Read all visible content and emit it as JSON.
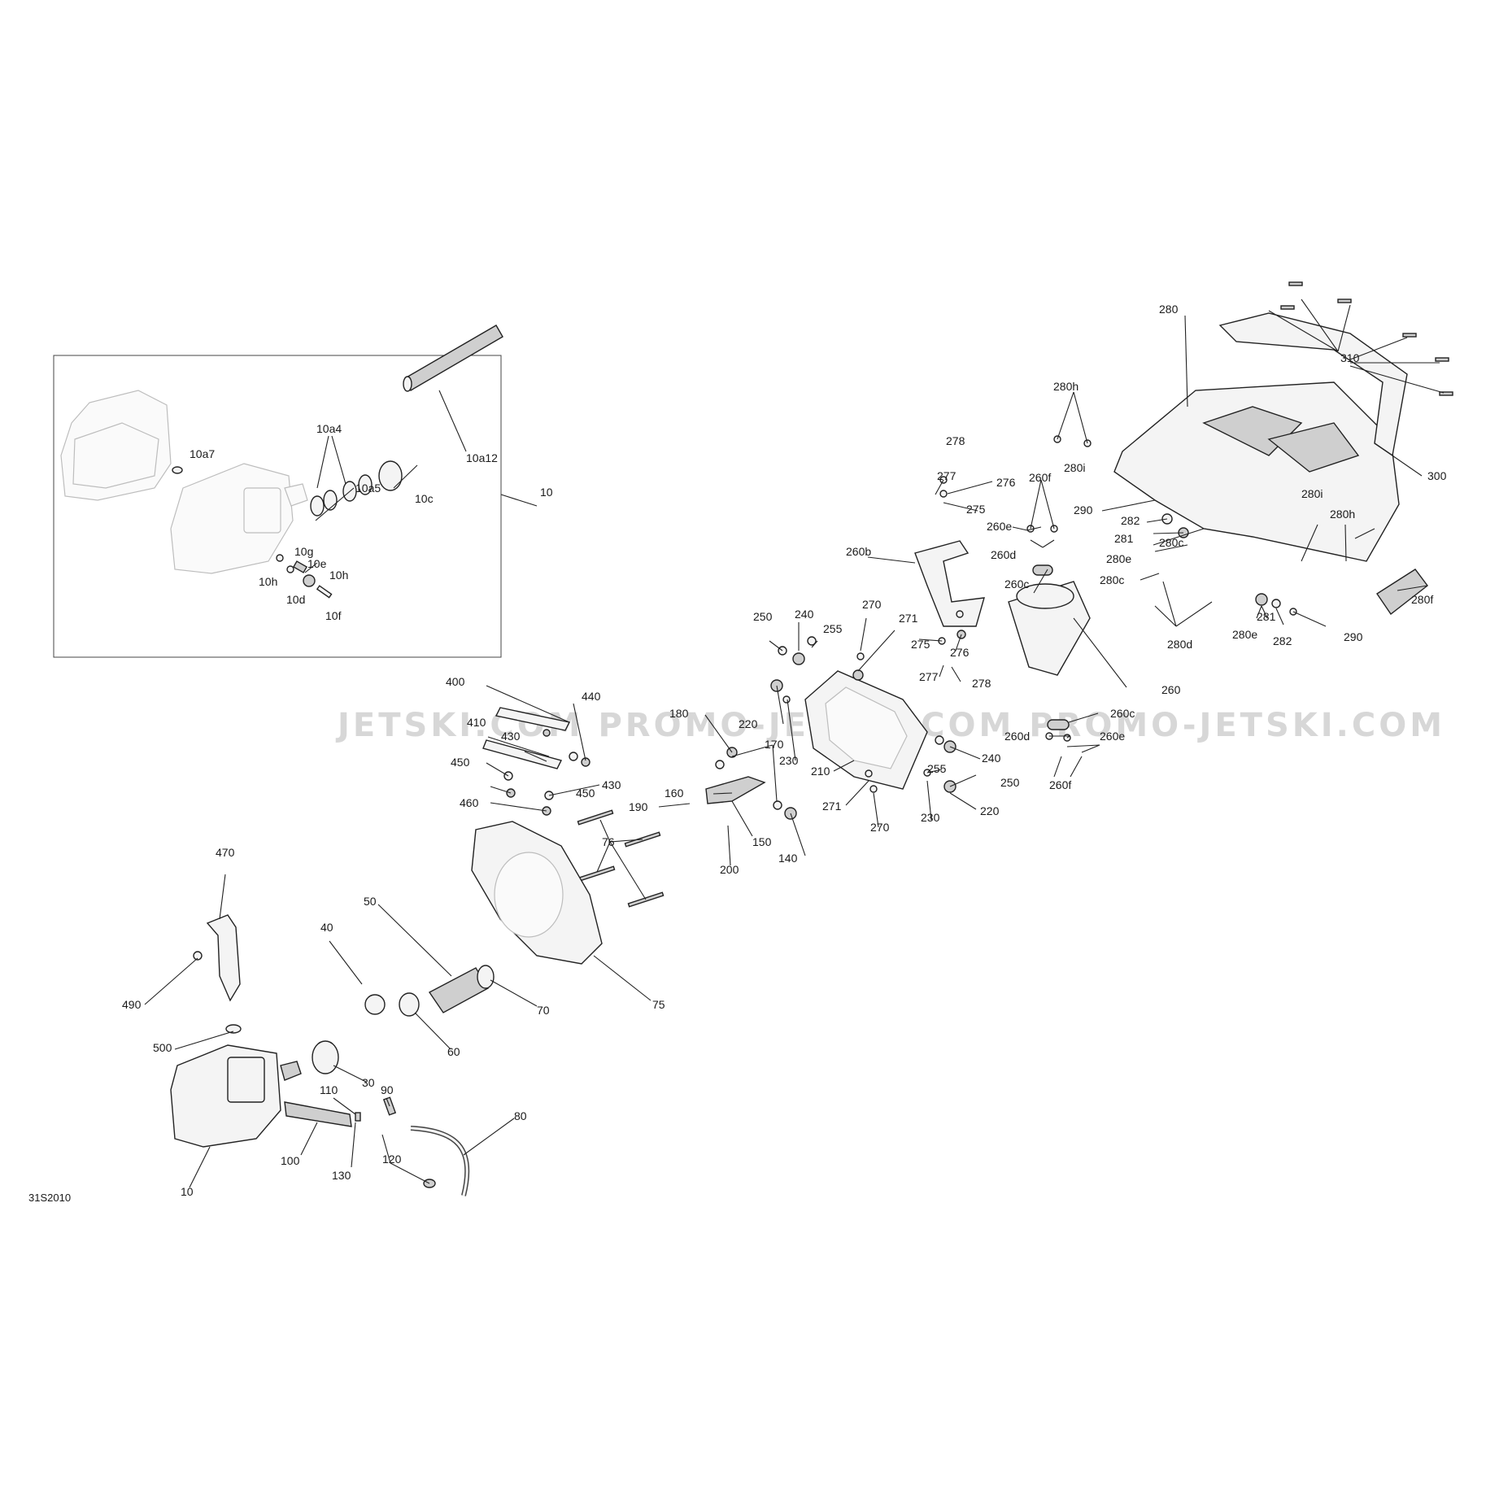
{
  "diagram": {
    "code": "31S2010",
    "watermark": "JETSKI.COM PROMO-JETSKI.COM PROMO-JETSKI.COM",
    "labels": [
      {
        "id": "10a12",
        "t": "10a12"
      },
      {
        "id": "10a4",
        "t": "10a4"
      },
      {
        "id": "10a7",
        "t": "10a7"
      },
      {
        "id": "10c",
        "t": "10c"
      },
      {
        "id": "10a5",
        "t": "10a5"
      },
      {
        "id": "10box",
        "t": "10"
      },
      {
        "id": "10g",
        "t": "10g"
      },
      {
        "id": "10e",
        "t": "10e"
      },
      {
        "id": "10h1",
        "t": "10h"
      },
      {
        "id": "10h2",
        "t": "10h"
      },
      {
        "id": "10d",
        "t": "10d"
      },
      {
        "id": "10f",
        "t": "10f"
      },
      {
        "id": "280",
        "t": "280"
      },
      {
        "id": "310",
        "t": "310"
      },
      {
        "id": "300",
        "t": "300"
      },
      {
        "id": "280h1",
        "t": "280h"
      },
      {
        "id": "280i1",
        "t": "280i"
      },
      {
        "id": "278a",
        "t": "278"
      },
      {
        "id": "277a",
        "t": "277"
      },
      {
        "id": "276a",
        "t": "276"
      },
      {
        "id": "275a",
        "t": "275"
      },
      {
        "id": "260f1",
        "t": "260f"
      },
      {
        "id": "290a",
        "t": "290"
      },
      {
        "id": "282a",
        "t": "282"
      },
      {
        "id": "281a",
        "t": "281"
      },
      {
        "id": "280e1",
        "t": "280e"
      },
      {
        "id": "260e1",
        "t": "260e"
      },
      {
        "id": "260d1",
        "t": "260d"
      },
      {
        "id": "260b",
        "t": "260b"
      },
      {
        "id": "280c1",
        "t": "280c"
      },
      {
        "id": "280i2",
        "t": "280i"
      },
      {
        "id": "280h2",
        "t": "280h"
      },
      {
        "id": "280c2",
        "t": "280c"
      },
      {
        "id": "260c1",
        "t": "260c"
      },
      {
        "id": "280f",
        "t": "280f"
      },
      {
        "id": "281b",
        "t": "281"
      },
      {
        "id": "280e2",
        "t": "280e"
      },
      {
        "id": "282b",
        "t": "282"
      },
      {
        "id": "290b",
        "t": "290"
      },
      {
        "id": "280d",
        "t": "280d"
      },
      {
        "id": "250a",
        "t": "250"
      },
      {
        "id": "240a",
        "t": "240"
      },
      {
        "id": "270a",
        "t": "270"
      },
      {
        "id": "255a",
        "t": "255"
      },
      {
        "id": "271a",
        "t": "271"
      },
      {
        "id": "275b",
        "t": "275"
      },
      {
        "id": "276b",
        "t": "276"
      },
      {
        "id": "277b",
        "t": "277"
      },
      {
        "id": "278b",
        "t": "278"
      },
      {
        "id": "260",
        "t": "260"
      },
      {
        "id": "400",
        "t": "400"
      },
      {
        "id": "440",
        "t": "440"
      },
      {
        "id": "410",
        "t": "410"
      },
      {
        "id": "430a",
        "t": "430"
      },
      {
        "id": "220a",
        "t": "220"
      },
      {
        "id": "260c2",
        "t": "260c"
      },
      {
        "id": "260d2",
        "t": "260d"
      },
      {
        "id": "260e2",
        "t": "260e"
      },
      {
        "id": "230a",
        "t": "230"
      },
      {
        "id": "180",
        "t": "180"
      },
      {
        "id": "170",
        "t": "170"
      },
      {
        "id": "240b",
        "t": "240"
      },
      {
        "id": "450a",
        "t": "450"
      },
      {
        "id": "430b",
        "t": "430"
      },
      {
        "id": "210",
        "t": "210"
      },
      {
        "id": "255b",
        "t": "255"
      },
      {
        "id": "250b",
        "t": "250"
      },
      {
        "id": "260f2",
        "t": "260f"
      },
      {
        "id": "160",
        "t": "160"
      },
      {
        "id": "450b",
        "t": "450"
      },
      {
        "id": "460",
        "t": "460"
      },
      {
        "id": "190",
        "t": "190"
      },
      {
        "id": "271b",
        "t": "271"
      },
      {
        "id": "230b",
        "t": "230"
      },
      {
        "id": "220b",
        "t": "220"
      },
      {
        "id": "150",
        "t": "150"
      },
      {
        "id": "270b",
        "t": "270"
      },
      {
        "id": "76",
        "t": "76"
      },
      {
        "id": "140",
        "t": "140"
      },
      {
        "id": "200",
        "t": "200"
      },
      {
        "id": "470",
        "t": "470"
      },
      {
        "id": "50",
        "t": "50"
      },
      {
        "id": "40",
        "t": "40"
      },
      {
        "id": "70",
        "t": "70"
      },
      {
        "id": "75",
        "t": "75"
      },
      {
        "id": "490",
        "t": "490"
      },
      {
        "id": "60",
        "t": "60"
      },
      {
        "id": "500",
        "t": "500"
      },
      {
        "id": "30",
        "t": "30"
      },
      {
        "id": "110",
        "t": "110"
      },
      {
        "id": "90",
        "t": "90"
      },
      {
        "id": "80",
        "t": "80"
      },
      {
        "id": "100",
        "t": "100"
      },
      {
        "id": "130",
        "t": "130"
      },
      {
        "id": "120",
        "t": "120"
      },
      {
        "id": "10main",
        "t": "10"
      }
    ]
  }
}
